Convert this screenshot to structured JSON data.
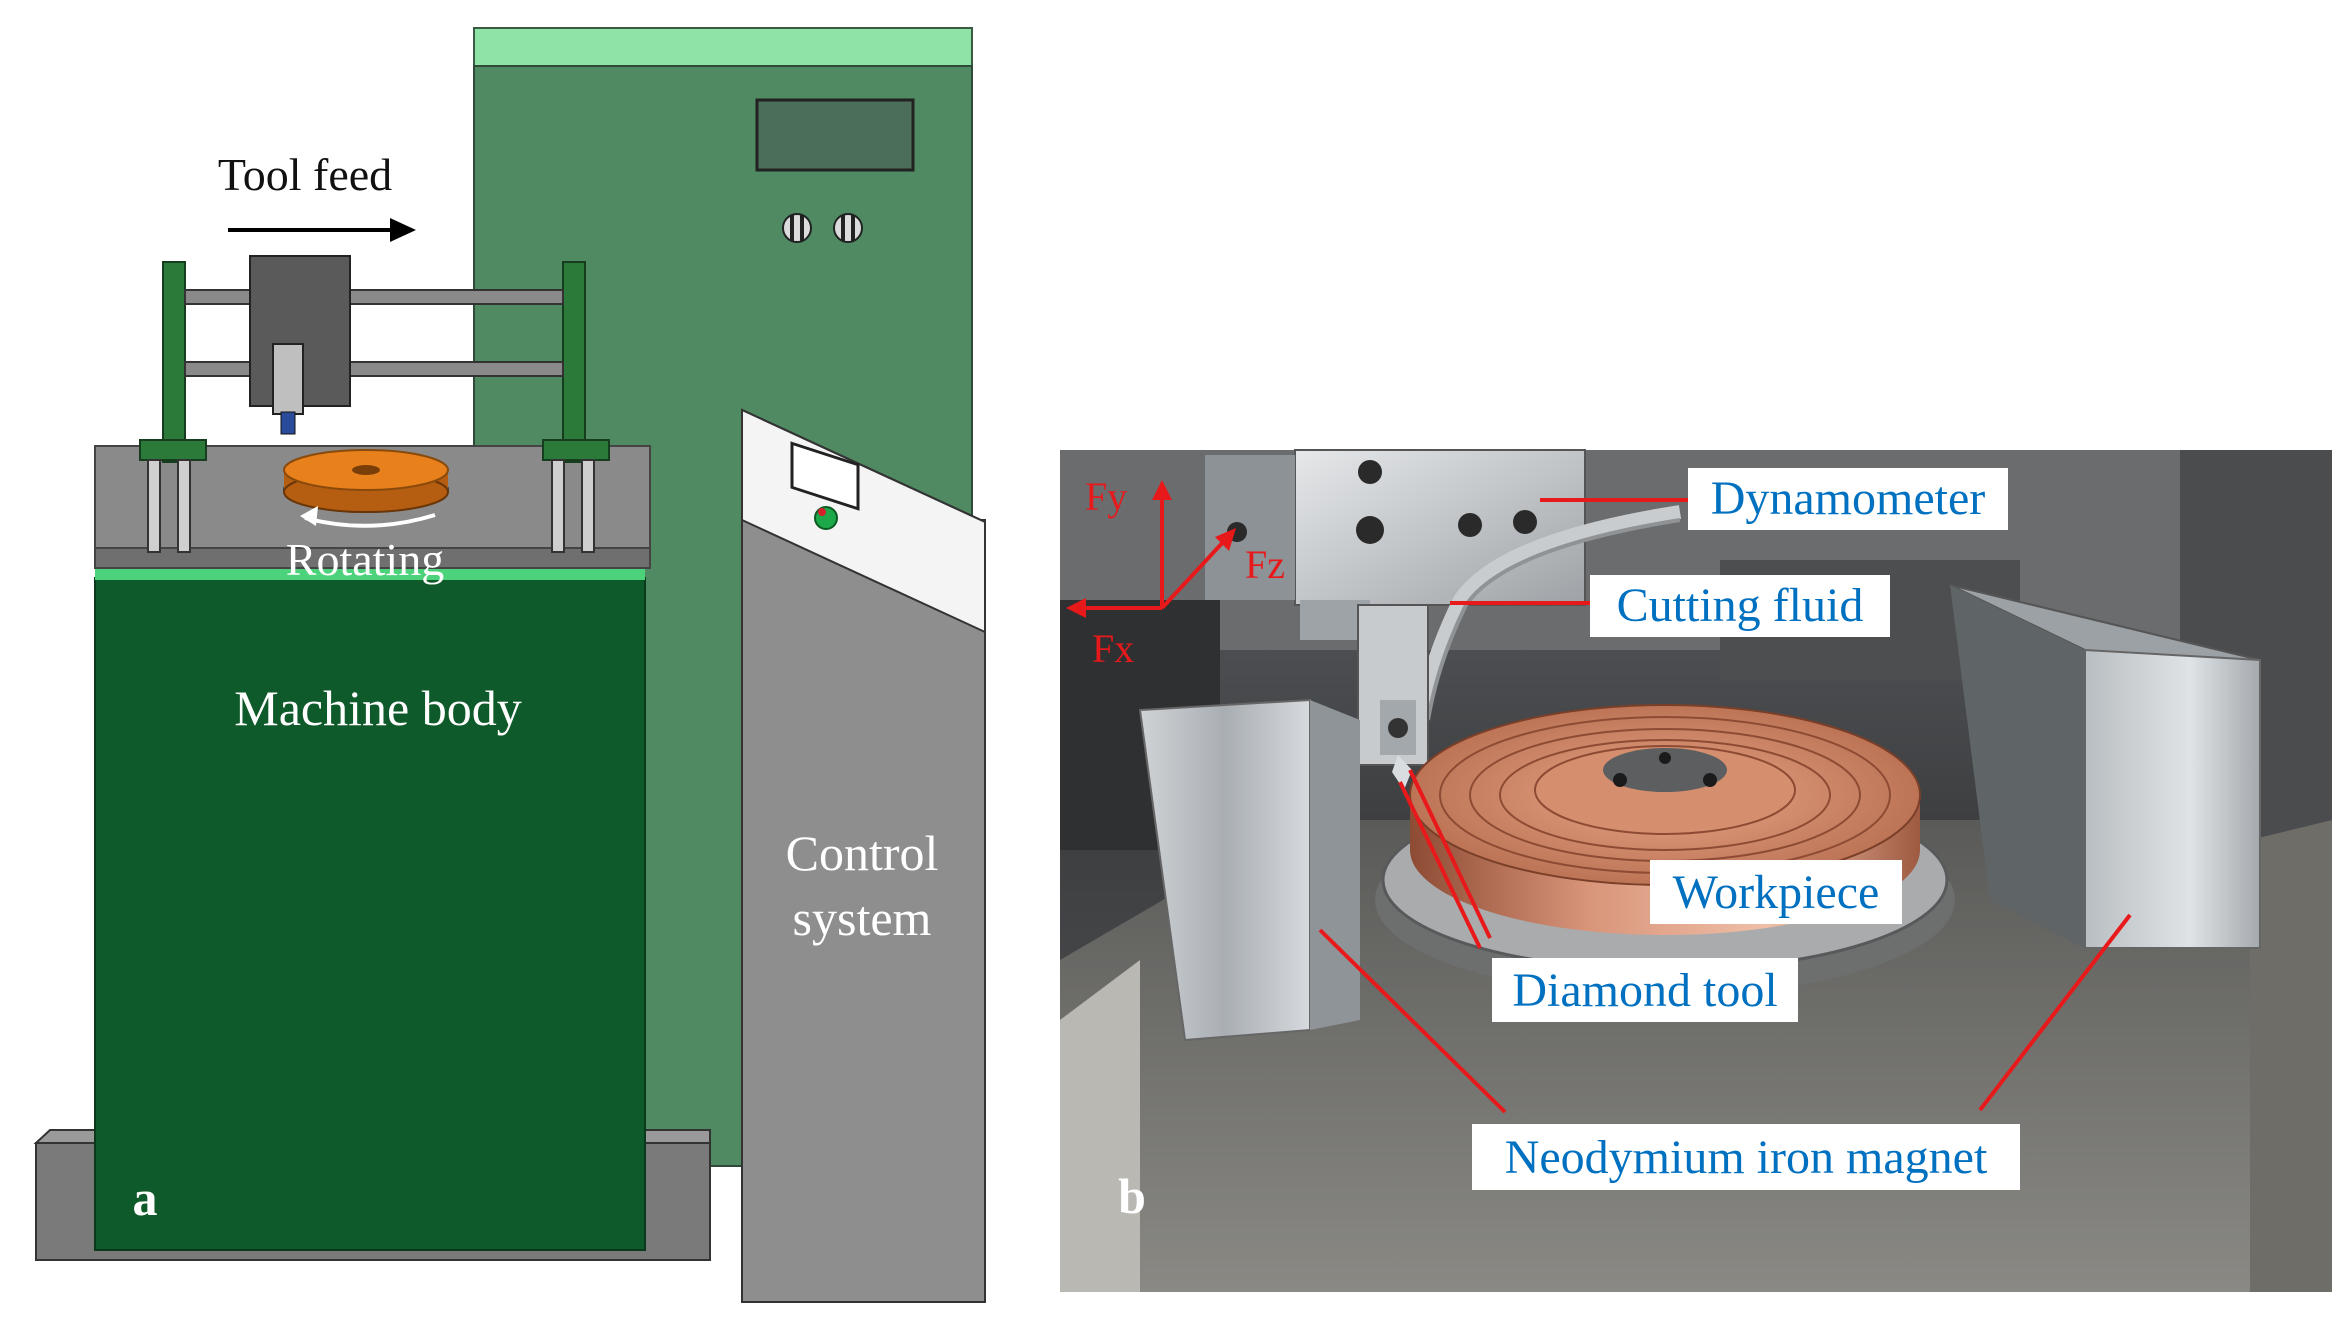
{
  "panel_a": {
    "panel_letter": "a",
    "tool_feed_label": "Tool feed",
    "rotating_label": "Rotating",
    "machine_body_label": "Machine body",
    "control_system_line1": "Control",
    "control_system_line2": "system"
  },
  "panel_b": {
    "panel_letter": "b",
    "axes": {
      "fy": "Fy",
      "fz": "Fz",
      "fx": "Fx"
    },
    "callouts": {
      "dynamometer": "Dynamometer",
      "cutting_fluid": "Cutting fluid",
      "workpiece": "Workpiece",
      "diamond_tool": "Diamond tool",
      "neodymium_magnet": "Neodymium iron magnet"
    }
  },
  "colors": {
    "machine_green": "#0f5a2a",
    "cabinet_green": "#4f8a63",
    "cabinet_top": "#8fe3a6",
    "control_gray": "#8e8e8e",
    "callout_text": "#0070c0",
    "axis_red": "#e8191b",
    "workpiece_copper": "#c97a55",
    "disc_orange": "#e8801c"
  }
}
